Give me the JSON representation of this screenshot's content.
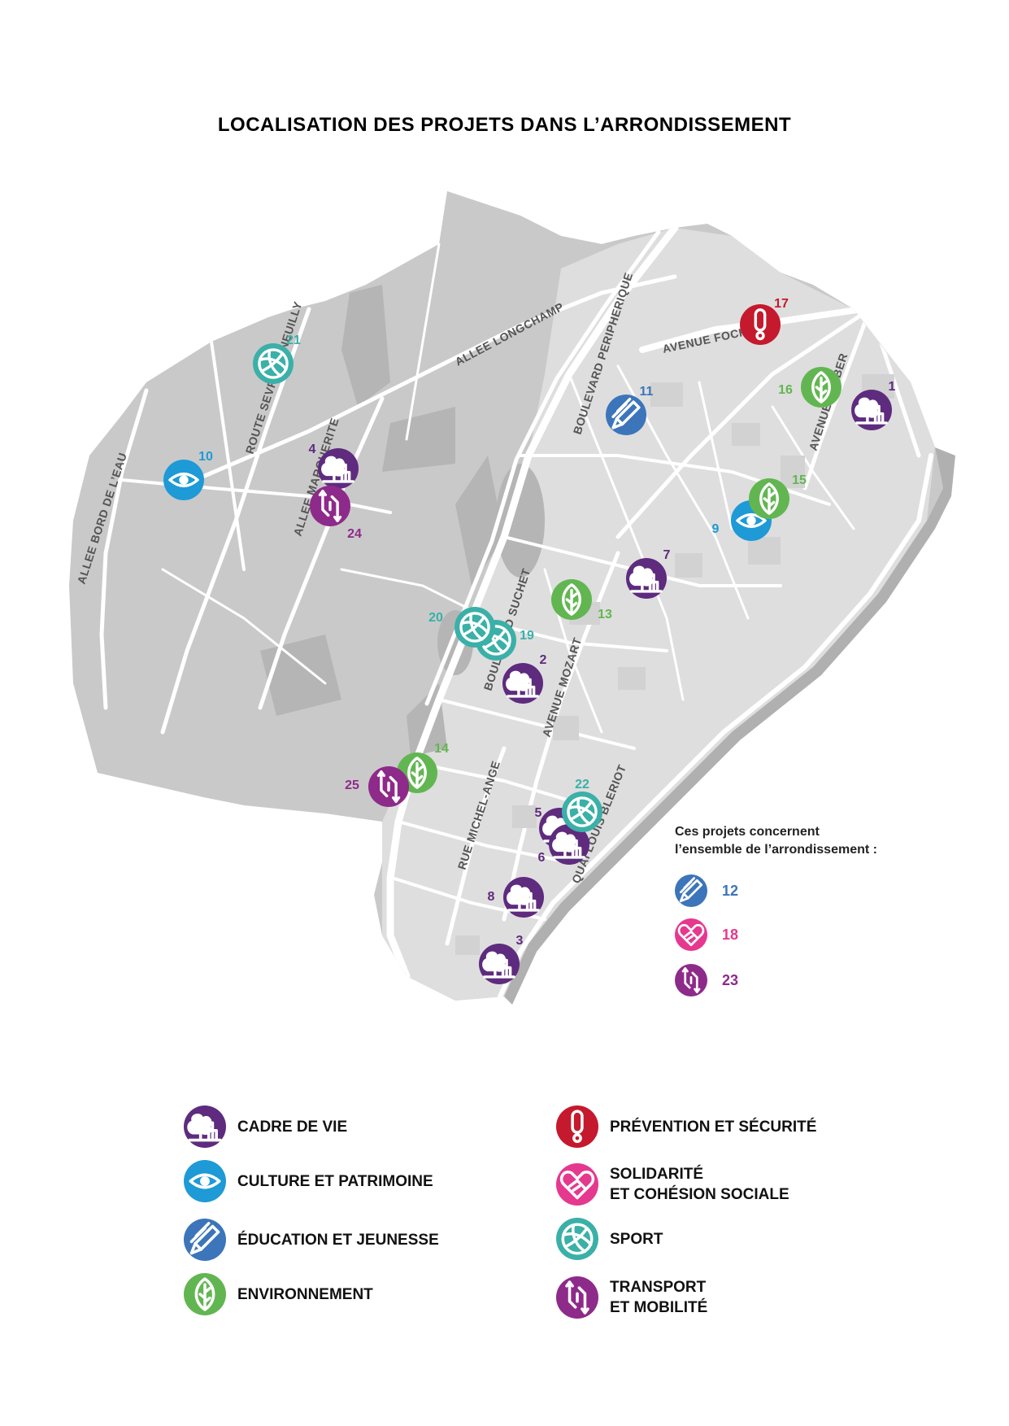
{
  "title": "LOCALISATION DES PROJETS DANS L’ARRONDISSEMENT",
  "colors": {
    "cadre": "#5e2b7e",
    "culture": "#1e9ad6",
    "education": "#3c75b9",
    "environnement": "#62b651",
    "prevention": "#c5192d",
    "solidarite": "#e5388f",
    "sport": "#3ab0a8",
    "transport": "#8e2a8a"
  },
  "map": {
    "streets": [
      "ALLEE BORD DE L’EAU",
      "ROUTE SEVRES A NEUILLY",
      "ALLEE LONGCHAMP",
      "ALLEE MARGUERITE",
      "BOULEVARD PERIPHERIQUE",
      "AVENUE FOCH",
      "AVENUE KLEBER",
      "BOULEVARD SUCHET",
      "AVENUE MOZART",
      "RUE MICHEL-ANGE",
      "QUAI LOUIS BLERIOT"
    ],
    "pins": [
      {
        "num": "1",
        "category": "cadre"
      },
      {
        "num": "2",
        "category": "cadre"
      },
      {
        "num": "3",
        "category": "cadre"
      },
      {
        "num": "4",
        "category": "cadre"
      },
      {
        "num": "5",
        "category": "cadre"
      },
      {
        "num": "6",
        "category": "cadre"
      },
      {
        "num": "7",
        "category": "cadre"
      },
      {
        "num": "8",
        "category": "cadre"
      },
      {
        "num": "9",
        "category": "culture"
      },
      {
        "num": "10",
        "category": "culture"
      },
      {
        "num": "11",
        "category": "education"
      },
      {
        "num": "13",
        "category": "environnement"
      },
      {
        "num": "14",
        "category": "environnement"
      },
      {
        "num": "15",
        "category": "environnement"
      },
      {
        "num": "16",
        "category": "environnement"
      },
      {
        "num": "17",
        "category": "prevention"
      },
      {
        "num": "19",
        "category": "sport"
      },
      {
        "num": "20",
        "category": "sport"
      },
      {
        "num": "21",
        "category": "sport"
      },
      {
        "num": "22",
        "category": "sport"
      },
      {
        "num": "24",
        "category": "transport"
      },
      {
        "num": "25",
        "category": "transport"
      }
    ]
  },
  "citywide": {
    "note_line1": "Ces projets concernent",
    "note_line2": "l’ensemble de l’arrondissement :",
    "items": [
      {
        "num": "12",
        "category": "education"
      },
      {
        "num": "18",
        "category": "solidarite"
      },
      {
        "num": "23",
        "category": "transport"
      }
    ]
  },
  "legend": [
    {
      "category": "cadre",
      "line1": "CADRE DE VIE",
      "line2": ""
    },
    {
      "category": "culture",
      "line1": "CULTURE ET PATRIMOINE",
      "line2": ""
    },
    {
      "category": "education",
      "line1": "ÉDUCATION ET JEUNESSE",
      "line2": ""
    },
    {
      "category": "environnement",
      "line1": "ENVIRONNEMENT",
      "line2": ""
    },
    {
      "category": "prevention",
      "line1": "PRÉVENTION ET SÉCURITÉ",
      "line2": ""
    },
    {
      "category": "solidarite",
      "line1": "SOLIDARITÉ",
      "line2": "ET COHÉSION SOCIALE"
    },
    {
      "category": "sport",
      "line1": "SPORT",
      "line2": ""
    },
    {
      "category": "transport",
      "line1": "TRANSPORT",
      "line2": "ET MOBILITÉ"
    }
  ]
}
